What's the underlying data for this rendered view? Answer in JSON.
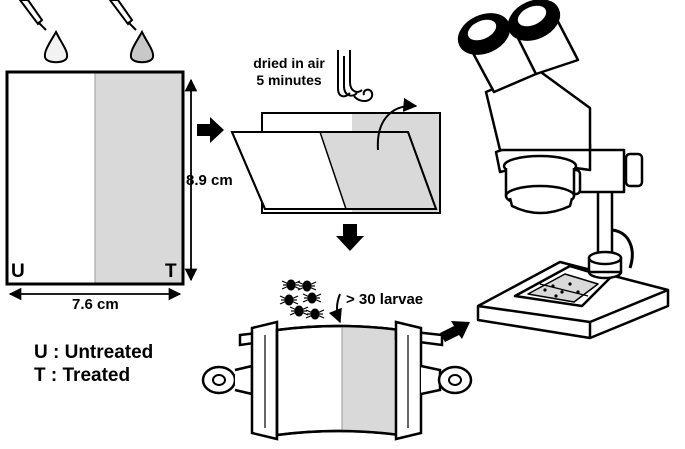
{
  "labels": {
    "height_dim": "8.9 cm",
    "width_dim": "7.6 cm",
    "untreated_corner": "U",
    "treated_corner": "T",
    "drying_line1": "dried in air",
    "drying_line2": "5 minutes",
    "larvae_count": "> 30 larvae"
  },
  "legend": {
    "untreated": "U : Untreated",
    "treated": "T : Treated"
  },
  "colors": {
    "line": "#000000",
    "treated_fill": "#d9d9d9",
    "paper": "#ffffff",
    "droplet_untreated": "#f2f2f2",
    "droplet_treated": "#c8c8c8"
  }
}
